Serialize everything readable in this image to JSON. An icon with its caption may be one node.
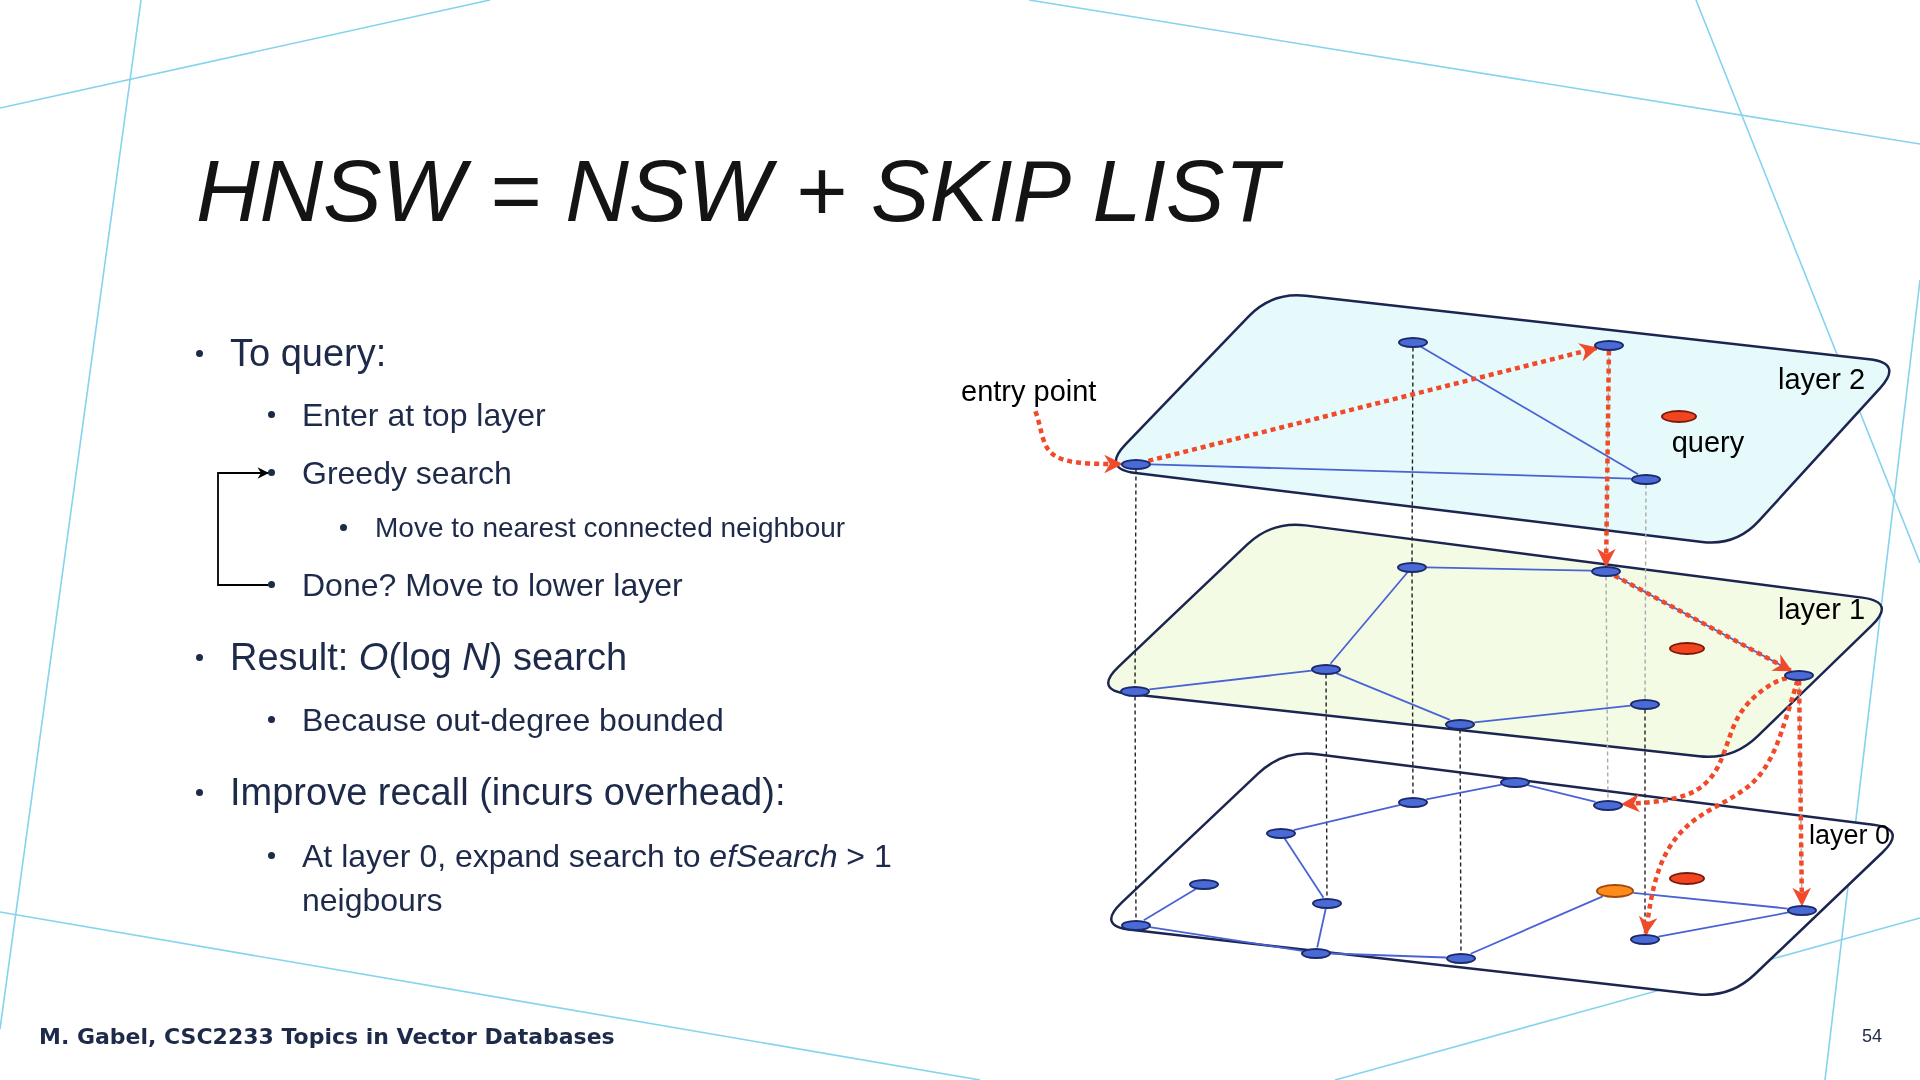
{
  "diagram": {
    "title": "HNSW = NSW + SKIP LIST",
    "nodes": [
      {
        "text": [
          "Greedy search"
        ]
      },
      {
        "text": [
          "Done? Move to lower layer"
        ]
      },
      {
        "text": [
          "entry point"
        ]
      },
      {
        "text": [
          "layer 2"
        ]
      },
      {
        "text": [],
        "shape": "ellipse",
        "in": 3
      },
      {
        "text": [],
        "shape": "ellipse",
        "in": 3
      },
      {
        "text": [],
        "shape": "ellipse",
        "in": 3
      },
      {
        "text": [],
        "shape": "ellipse",
        "in": 3
      },
      {
        "text": [],
        "shape": "ellipse",
        "in": 3,
        "beside": [
          "query"
        ]
      },
      {
        "text": [
          "layer 1"
        ]
      },
      {
        "text": [],
        "shape": "ellipse",
        "in": 9
      },
      {
        "text": [],
        "shape": "ellipse",
        "in": 9
      },
      {
        "text": [],
        "shape": "ellipse",
        "in": 9
      },
      {
        "text": [],
        "shape": "ellipse",
        "in": 9
      },
      {
        "text": [],
        "shape": "ellipse",
        "in": 9
      },
      {
        "text": [],
        "shape": "ellipse",
        "in": 9
      },
      {
        "text": [],
        "shape": "ellipse",
        "in": 9
      },
      {
        "text": [],
        "shape": "ellipse",
        "in": 9
      },
      {
        "text": [
          "layer 0"
        ]
      },
      {
        "text": [],
        "shape": "ellipse",
        "in": 18
      },
      {
        "text": [],
        "shape": "ellipse",
        "in": 18
      },
      {
        "text": [],
        "shape": "ellipse",
        "in": 18
      },
      {
        "text": [],
        "shape": "ellipse",
        "in": 18
      },
      {
        "text": [],
        "shape": "ellipse",
        "in": 18
      },
      {
        "text": [],
        "shape": "ellipse",
        "in": 18
      },
      {
        "text": [],
        "shape": "ellipse",
        "in": 18
      },
      {
        "text": [],
        "shape": "ellipse",
        "in": 18
      },
      {
        "text": [],
        "shape": "ellipse",
        "in": 18
      },
      {
        "text": [],
        "shape": "ellipse",
        "in": 18
      },
      {
        "text": [],
        "shape": "ellipse",
        "in": 18
      },
      {
        "text": [],
        "shape": "ellipse",
        "in": 18
      },
      {
        "text": [],
        "shape": "ellipse",
        "in": 18
      }
    ],
    "edges": [
      {
        "from": 6,
        "to": 12,
        "arrow": "none",
        "style": "dashed",
        "color": "#222222"
      },
      {
        "from": 4,
        "to": 10,
        "arrow": "none",
        "style": "dashed",
        "color": "#222222"
      },
      {
        "from": 7,
        "to": 15,
        "arrow": "none",
        "style": "dashed",
        "color": "#aaaaaa"
      },
      {
        "from": 5,
        "to": 11,
        "arrow": "none",
        "style": "dashed",
        "color": "#aaaaaa"
      },
      {
        "from": 12,
        "to": 25,
        "arrow": "none",
        "style": "dashed",
        "color": "#222222"
      },
      {
        "from": 13,
        "to": 24,
        "arrow": "none",
        "style": "dashed",
        "color": "#222222"
      },
      {
        "from": 10,
        "to": 20,
        "arrow": "none",
        "style": "dashed",
        "color": "#222222"
      },
      {
        "from": 14,
        "to": 27,
        "arrow": "none",
        "style": "dashed",
        "color": "#222222"
      },
      {
        "from": 11,
        "to": 21,
        "arrow": "none",
        "style": "dashed",
        "color": "#aaaaaa"
      },
      {
        "from": 15,
        "to": 30,
        "arrow": "none",
        "style": "dashed",
        "color": "#222222"
      },
      {
        "from": 16,
        "to": 29,
        "arrow": "none",
        "style": "dashed",
        "color": "#aaaaaa"
      },
      {
        "from": 4,
        "to": 7,
        "arrow": "none"
      },
      {
        "from": 6,
        "to": 7,
        "arrow": "none"
      },
      {
        "from": 10,
        "to": 11,
        "arrow": "none"
      },
      {
        "from": 10,
        "to": 13,
        "arrow": "none"
      },
      {
        "from": 12,
        "to": 13,
        "arrow": "none"
      },
      {
        "from": 13,
        "to": 14,
        "arrow": "none"
      },
      {
        "from": 14,
        "to": 15,
        "arrow": "none"
      },
      {
        "from": 11,
        "to": 16,
        "arrow": "none"
      },
      {
        "from": 20,
        "to": 19,
        "arrow": "none"
      },
      {
        "from": 19,
        "to": 21,
        "arrow": "none"
      },
      {
        "from": 22,
        "to": 20,
        "arrow": "none"
      },
      {
        "from": 22,
        "to": 24,
        "arrow": "none"
      },
      {
        "from": 24,
        "to": 26,
        "arrow": "none"
      },
      {
        "from": 25,
        "to": 23,
        "arrow": "none"
      },
      {
        "from": 25,
        "to": 26,
        "arrow": "none"
      },
      {
        "from": 26,
        "to": 27,
        "arrow": "none"
      },
      {
        "from": 27,
        "to": 28,
        "arrow": "none"
      },
      {
        "from": 28,
        "to": 29,
        "arrow": "none"
      },
      {
        "from": 30,
        "to": 29,
        "arrow": "none"
      },
      {
        "from": 2,
        "to": 6,
        "arrow": "to",
        "style": "dashed",
        "color": "#f04a2a"
      },
      {
        "from": 6,
        "to": 5,
        "arrow": "to",
        "style": "dashed",
        "color": "#f04a2a"
      },
      {
        "from": 5,
        "to": 11,
        "arrow": "to",
        "style": "dashed",
        "color": "#f04a2a"
      },
      {
        "from": 11,
        "to": 16,
        "arrow": "to",
        "style": "dashed",
        "color": "#f04a2a"
      },
      {
        "from": 16,
        "to": 21,
        "arrow": "to",
        "style": "dashed",
        "color": "#f04a2a"
      },
      {
        "from": 16,
        "to": 30,
        "arrow": "to",
        "style": "dashed",
        "color": "#f04a2a"
      },
      {
        "from": 16,
        "to": 29,
        "arrow": "to",
        "style": "dashed",
        "color": "#f04a2a"
      },
      {
        "from": 1,
        "to": 0,
        "arrow": "to",
        "color": "#000000"
      }
    ],
    "labels": [
      "To query:",
      "Enter at top layer",
      "Move to nearest connected neighbour",
      "Result: *O*(log *N*) search",
      "Because out-degree bounded",
      "Improve recall (incurs overhead):",
      "At layer 0, expand search to *efSearch* > 1 neigbours",
      "M. Gabel, CSC2233 Topics in Vector Databases",
      "54"
    ]
  }
}
